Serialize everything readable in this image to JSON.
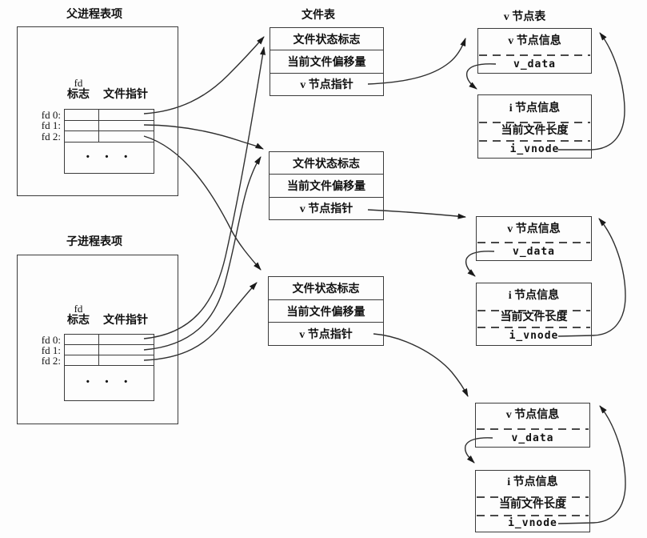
{
  "parent_table": {
    "title": "父进程表项",
    "fd_header_top": "fd",
    "fd_header_col1": "标志",
    "fd_header_col2": "文件指针",
    "fd_labels": [
      "fd 0:",
      "fd 1:",
      "fd 2:"
    ],
    "ellipsis": "· · ·"
  },
  "child_table": {
    "title": "子进程表项",
    "fd_header_top": "fd",
    "fd_header_col1": "标志",
    "fd_header_col2": "文件指针",
    "fd_labels": [
      "fd 0:",
      "fd 1:",
      "fd 2:"
    ],
    "ellipsis": "· · ·"
  },
  "file_table": {
    "title": "文件表",
    "rows": [
      "文件状态标志",
      "当前文件偏移量",
      "v 节点指针"
    ]
  },
  "vnode_table": {
    "title": "v 节点表",
    "vnode_info": "v 节点信息",
    "v_data": "v_data",
    "inode_info": "i 节点信息",
    "file_length": "当前文件长度",
    "i_vnode": "i_vnode"
  },
  "colors": {
    "line": "#2f2f2f",
    "text": "#111111",
    "background": "#fdfdfd"
  }
}
